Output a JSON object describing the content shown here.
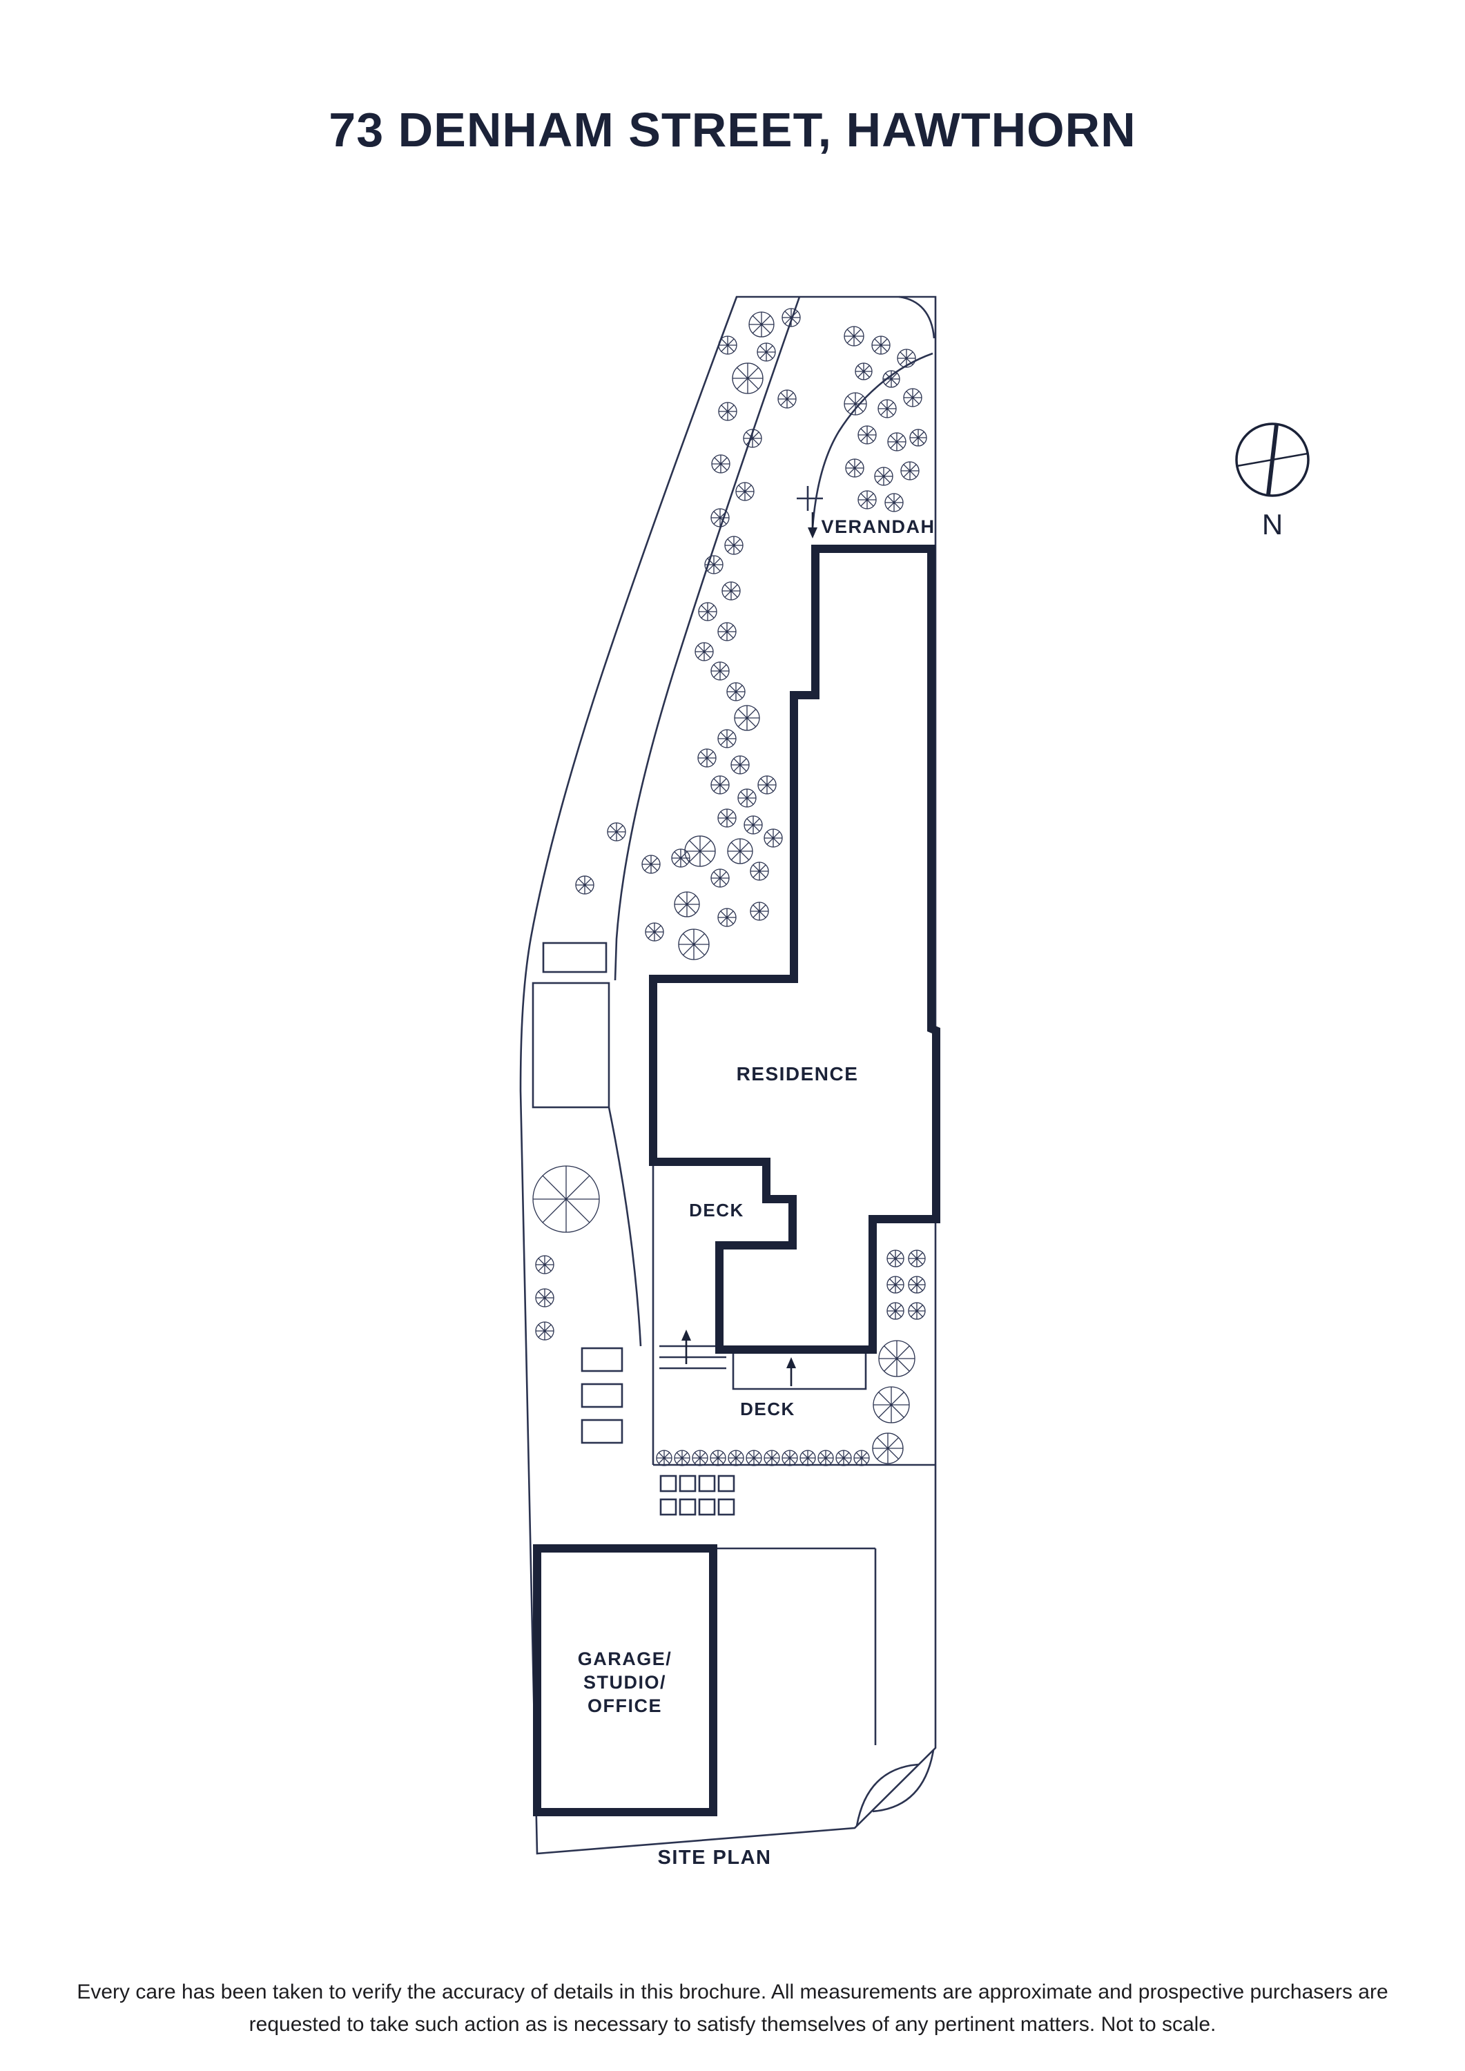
{
  "page": {
    "title": "73 DENHAM STREET, HAWTHORN",
    "disclaimer": "Every care has been taken to verify the accuracy of details in this brochure. All measurements are approximate and prospective purchasers are requested to take such action as is necessary to satisfy themselves of any pertinent matters. Not to scale."
  },
  "plan": {
    "caption": "SITE PLAN",
    "labels": {
      "verandah": "VERANDAH",
      "residence": "RESIDENCE",
      "deck_upper": "DECK",
      "deck_lower": "DECK",
      "garage_line1": "GARAGE/",
      "garage_line2": "STUDIO/",
      "garage_line3": "OFFICE"
    },
    "compass": {
      "north_label": "N"
    }
  },
  "colors": {
    "ink": "#1b2238",
    "line": "#2b3350"
  }
}
